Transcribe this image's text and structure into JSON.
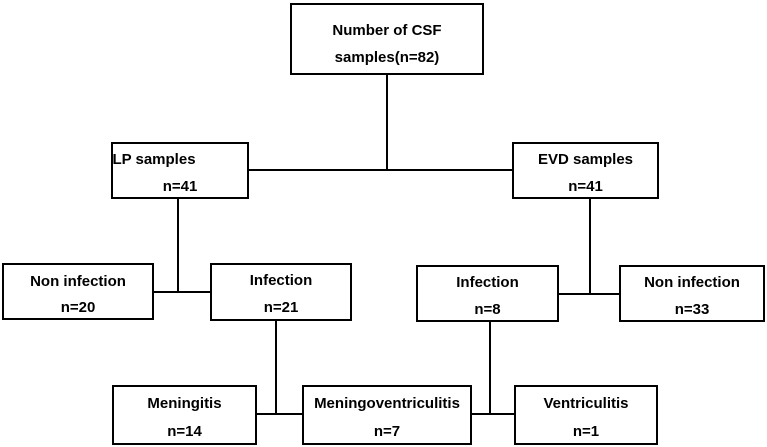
{
  "root": {
    "title": "Number of CSF",
    "count": "samples(n=82)"
  },
  "lp": {
    "title": "LP samples",
    "count": "n=41"
  },
  "evd": {
    "title": "EVD samples",
    "count": "n=41"
  },
  "lp_non_infection": {
    "title": "Non infection",
    "count": "n=20"
  },
  "lp_infection": {
    "title": "Infection",
    "count": "n=21"
  },
  "evd_infection": {
    "title": "Infection",
    "count": "n=8"
  },
  "evd_non_infection": {
    "title": "Non infection",
    "count": "n=33"
  },
  "meningitis": {
    "title": "Meningitis",
    "count": "n=14"
  },
  "meningoventriculitis": {
    "title": "Meningoventriculitis",
    "count": "n=7"
  },
  "ventriculitis": {
    "title": "Ventriculitis",
    "count": "n=1"
  }
}
